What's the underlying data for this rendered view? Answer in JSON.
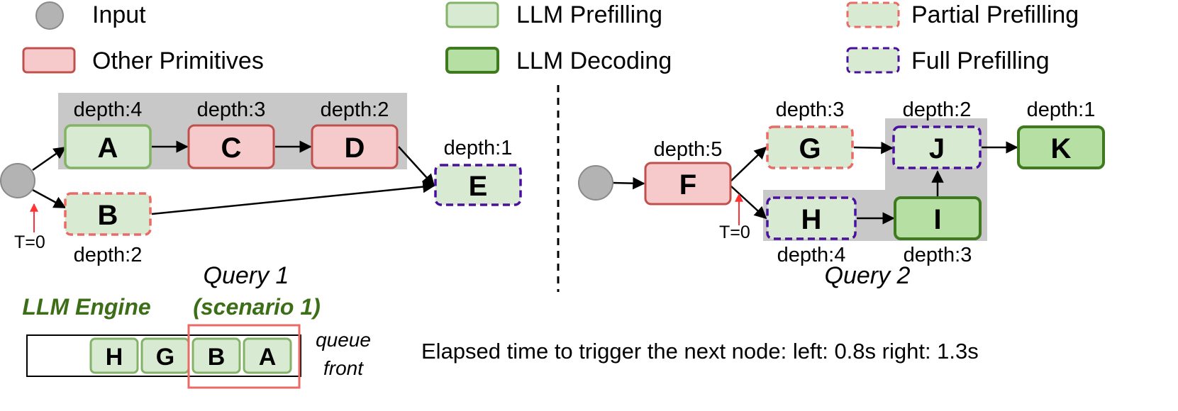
{
  "legend": {
    "input": "Input",
    "other_primitives": "Other Primitives",
    "llm_prefilling": "LLM Prefilling",
    "llm_decoding": "LLM Decoding",
    "partial_prefilling": "Partial Prefilling",
    "full_prefilling": "Full Prefilling"
  },
  "query1": {
    "title": "Query 1",
    "subtitle": "(scenario 1)",
    "start_marker": "T=0",
    "nodes": {
      "A": {
        "label": "A",
        "depth": "depth:4",
        "kind": "llm-prefilling"
      },
      "B": {
        "label": "B",
        "depth": "depth:2",
        "kind": "partial-prefilling"
      },
      "C": {
        "label": "C",
        "depth": "depth:3",
        "kind": "other-primitive"
      },
      "D": {
        "label": "D",
        "depth": "depth:2",
        "kind": "other-primitive"
      },
      "E": {
        "label": "E",
        "depth": "depth:1",
        "kind": "full-prefilling"
      }
    }
  },
  "query2": {
    "title": "Query 2",
    "start_marker": "T=0",
    "nodes": {
      "F": {
        "label": "F",
        "depth": "depth:5",
        "kind": "other-primitive"
      },
      "G": {
        "label": "G",
        "depth": "depth:3",
        "kind": "partial-prefilling"
      },
      "H": {
        "label": "H",
        "depth": "depth:4",
        "kind": "full-prefilling"
      },
      "I": {
        "label": "I",
        "depth": "depth:3",
        "kind": "llm-decoding"
      },
      "J": {
        "label": "J",
        "depth": "depth:2",
        "kind": "full-prefilling"
      },
      "K": {
        "label": "K",
        "depth": "depth:1",
        "kind": "llm-decoding"
      }
    }
  },
  "engine": {
    "title": "LLM Engine",
    "queue": [
      "H",
      "G",
      "B",
      "A"
    ],
    "queue_front_line1": "queue",
    "queue_front_line2": "front"
  },
  "elapsed_text": "Elapsed time to trigger the next node: left: 0.8s right: 1.3s",
  "colors": {
    "prefill_fill": "#d9ead3",
    "prefill_stroke": "#82b366",
    "decoding_fill": "#b6dfa4",
    "decoding_stroke": "#3f7a1e",
    "other_fill": "#f6caca",
    "other_stroke": "#c0504d",
    "partial_stroke": "#ea6b66",
    "full_stroke": "#4b0fa0",
    "input_fill": "#b3b3b3",
    "group_bg": "#c8c8c8",
    "engine_text": "#3b6e16",
    "marker_red": "#ff3333"
  }
}
